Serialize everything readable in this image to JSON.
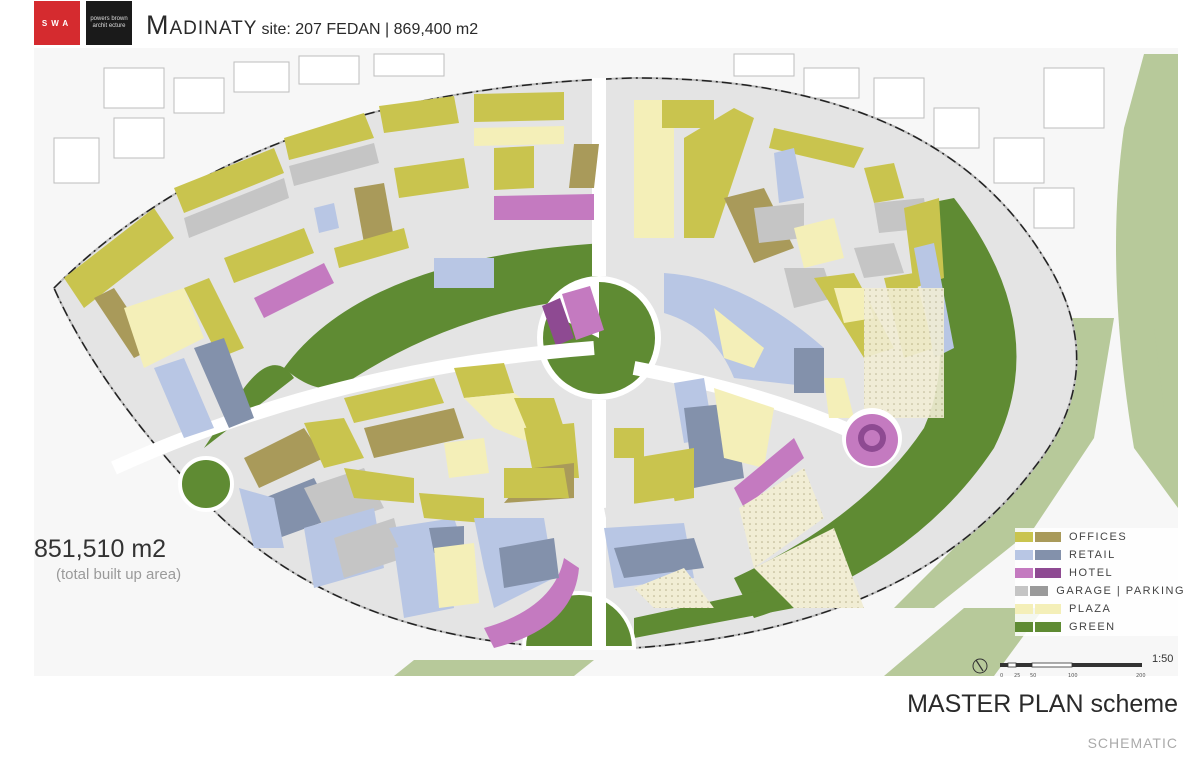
{
  "header": {
    "logo_swa": "SWA",
    "logo_pba": "powers brown archit ecture",
    "title": "Madinaty",
    "site": "site: 207 FEDAN | 869,400 m2"
  },
  "area": {
    "value": "851,510 m2",
    "note": "(total built up area)"
  },
  "legend": [
    {
      "label": "OFFICES",
      "color_a": "#c9c44e",
      "color_b": "#a99a5a"
    },
    {
      "label": "RETAIL",
      "color_a": "#b8c6e4",
      "color_b": "#8391ab"
    },
    {
      "label": "HOTEL",
      "color_a": "#c47ac0",
      "color_b": "#8e4a92"
    },
    {
      "label": "GARAGE | PARKING",
      "color_a": "#c5c5c5",
      "color_b": "#9a9a9a"
    },
    {
      "label": "PLAZA",
      "color_a": "#f4efb8",
      "color_b": "#f4efb8"
    },
    {
      "label": "GREEN",
      "color_a": "#5f8b33",
      "color_b": "#5f8b33"
    }
  ],
  "scale": {
    "ratio": "1:50",
    "ticks": [
      "0",
      "25",
      "50",
      "100",
      "200"
    ]
  },
  "plan": {
    "title": "MASTER PLAN scheme",
    "subtitle": "SCHEMATIC"
  },
  "colors": {
    "office": "#c9c44e",
    "office_shade": "#a99a5a",
    "retail": "#b8c6e4",
    "retail_shade": "#8391ab",
    "hotel": "#c47ac0",
    "hotel_shade": "#8e4a92",
    "parking": "#c5c5c5",
    "plaza": "#f4efb8",
    "green": "#5f8b33",
    "green_light": "#b7c99a",
    "pavement": "#e4e4e4",
    "brand_red": "#d52b2f"
  }
}
